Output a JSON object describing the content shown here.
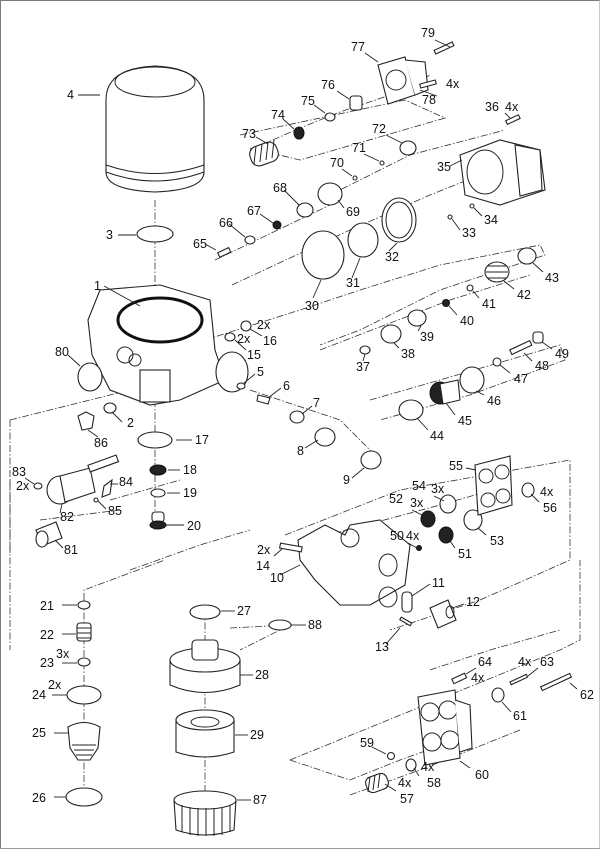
{
  "diagram": {
    "type": "exploded-parts-view",
    "callouts": [
      {
        "id": "1",
        "number": "1",
        "qty": ""
      },
      {
        "id": "2",
        "number": "2",
        "qty": ""
      },
      {
        "id": "3",
        "number": "3",
        "qty": ""
      },
      {
        "id": "4",
        "number": "4",
        "qty": ""
      },
      {
        "id": "5",
        "number": "5",
        "qty": ""
      },
      {
        "id": "6",
        "number": "6",
        "qty": ""
      },
      {
        "id": "7",
        "number": "7",
        "qty": ""
      },
      {
        "id": "8",
        "number": "8",
        "qty": ""
      },
      {
        "id": "9",
        "number": "9",
        "qty": ""
      },
      {
        "id": "10",
        "number": "10",
        "qty": ""
      },
      {
        "id": "11",
        "number": "11",
        "qty": ""
      },
      {
        "id": "12",
        "number": "12",
        "qty": ""
      },
      {
        "id": "13",
        "number": "13",
        "qty": ""
      },
      {
        "id": "14",
        "number": "14",
        "qty": "2x"
      },
      {
        "id": "15",
        "number": "15",
        "qty": "2x"
      },
      {
        "id": "16",
        "number": "16",
        "qty": "2x"
      },
      {
        "id": "17",
        "number": "17",
        "qty": ""
      },
      {
        "id": "18",
        "number": "18",
        "qty": ""
      },
      {
        "id": "19",
        "number": "19",
        "qty": ""
      },
      {
        "id": "20",
        "number": "20",
        "qty": ""
      },
      {
        "id": "21",
        "number": "21",
        "qty": ""
      },
      {
        "id": "22",
        "number": "22",
        "qty": ""
      },
      {
        "id": "23",
        "number": "23",
        "qty": "3x"
      },
      {
        "id": "24",
        "number": "24",
        "qty": "2x"
      },
      {
        "id": "25",
        "number": "25",
        "qty": ""
      },
      {
        "id": "26",
        "number": "26",
        "qty": ""
      },
      {
        "id": "27",
        "number": "27",
        "qty": ""
      },
      {
        "id": "28",
        "number": "28",
        "qty": ""
      },
      {
        "id": "29",
        "number": "29",
        "qty": ""
      },
      {
        "id": "30",
        "number": "30",
        "qty": ""
      },
      {
        "id": "31",
        "number": "31",
        "qty": ""
      },
      {
        "id": "32",
        "number": "32",
        "qty": ""
      },
      {
        "id": "33",
        "number": "33",
        "qty": ""
      },
      {
        "id": "34",
        "number": "34",
        "qty": ""
      },
      {
        "id": "35",
        "number": "35",
        "qty": ""
      },
      {
        "id": "36",
        "number": "36",
        "qty": "4x"
      },
      {
        "id": "37",
        "number": "37",
        "qty": ""
      },
      {
        "id": "38",
        "number": "38",
        "qty": ""
      },
      {
        "id": "39",
        "number": "39",
        "qty": ""
      },
      {
        "id": "40",
        "number": "40",
        "qty": ""
      },
      {
        "id": "41",
        "number": "41",
        "qty": ""
      },
      {
        "id": "42",
        "number": "42",
        "qty": ""
      },
      {
        "id": "43",
        "number": "43",
        "qty": ""
      },
      {
        "id": "44",
        "number": "44",
        "qty": ""
      },
      {
        "id": "45",
        "number": "45",
        "qty": ""
      },
      {
        "id": "46",
        "number": "46",
        "qty": ""
      },
      {
        "id": "47",
        "number": "47",
        "qty": ""
      },
      {
        "id": "48",
        "number": "48",
        "qty": ""
      },
      {
        "id": "49",
        "number": "49",
        "qty": ""
      },
      {
        "id": "50",
        "number": "50",
        "qty": "4x"
      },
      {
        "id": "51",
        "number": "51",
        "qty": ""
      },
      {
        "id": "52",
        "number": "52",
        "qty": "3x"
      },
      {
        "id": "53",
        "number": "53",
        "qty": ""
      },
      {
        "id": "54",
        "number": "54",
        "qty": "3x"
      },
      {
        "id": "55",
        "number": "55",
        "qty": ""
      },
      {
        "id": "56",
        "number": "56",
        "qty": "4x"
      },
      {
        "id": "57",
        "number": "57",
        "qty": "4x"
      },
      {
        "id": "58",
        "number": "58",
        "qty": "4x"
      },
      {
        "id": "59",
        "number": "59",
        "qty": ""
      },
      {
        "id": "60",
        "number": "60",
        "qty": ""
      },
      {
        "id": "61",
        "number": "61",
        "qty": ""
      },
      {
        "id": "62",
        "number": "62",
        "qty": ""
      },
      {
        "id": "63",
        "number": "63",
        "qty": "4x"
      },
      {
        "id": "64",
        "number": "64",
        "qty": "4x"
      },
      {
        "id": "65",
        "number": "65",
        "qty": ""
      },
      {
        "id": "66",
        "number": "66",
        "qty": ""
      },
      {
        "id": "67",
        "number": "67",
        "qty": ""
      },
      {
        "id": "68",
        "number": "68",
        "qty": ""
      },
      {
        "id": "69",
        "number": "69",
        "qty": ""
      },
      {
        "id": "70",
        "number": "70",
        "qty": ""
      },
      {
        "id": "71",
        "number": "71",
        "qty": ""
      },
      {
        "id": "72",
        "number": "72",
        "qty": ""
      },
      {
        "id": "73",
        "number": "73",
        "qty": ""
      },
      {
        "id": "74",
        "number": "74",
        "qty": ""
      },
      {
        "id": "75",
        "number": "75",
        "qty": ""
      },
      {
        "id": "76",
        "number": "76",
        "qty": ""
      },
      {
        "id": "77",
        "number": "77",
        "qty": ""
      },
      {
        "id": "78",
        "number": "78",
        "qty": "4x"
      },
      {
        "id": "79",
        "number": "79",
        "qty": ""
      },
      {
        "id": "80",
        "number": "80",
        "qty": ""
      },
      {
        "id": "81",
        "number": "81",
        "qty": ""
      },
      {
        "id": "82",
        "number": "82",
        "qty": ""
      },
      {
        "id": "83",
        "number": "83",
        "qty": "2x"
      },
      {
        "id": "84",
        "number": "84",
        "qty": ""
      },
      {
        "id": "85",
        "number": "85",
        "qty": ""
      },
      {
        "id": "86",
        "number": "86",
        "qty": ""
      },
      {
        "id": "87",
        "number": "87",
        "qty": ""
      },
      {
        "id": "88",
        "number": "88",
        "qty": ""
      }
    ]
  }
}
